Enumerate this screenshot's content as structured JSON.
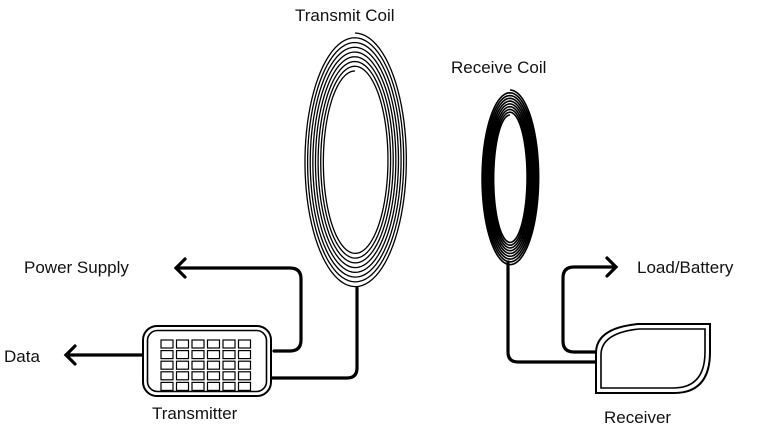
{
  "labels": {
    "transmit_coil": "Transmit Coil",
    "receive_coil": "Receive Coil",
    "power_supply": "Power Supply",
    "data": "Data",
    "load_battery": "Load/Battery",
    "transmitter": "Transmitter",
    "receiver": "Receiver"
  },
  "colors": {
    "line": "#000000",
    "text": "#111111",
    "background": "#ffffff"
  }
}
